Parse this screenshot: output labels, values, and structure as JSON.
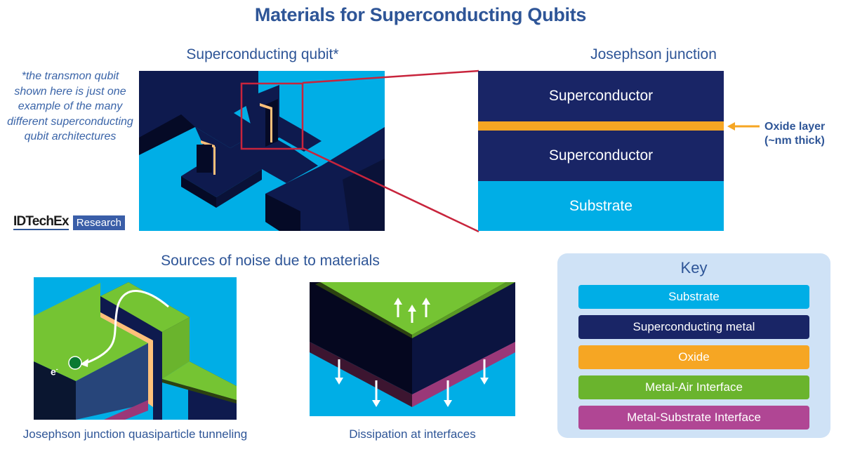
{
  "title": "Materials for Superconducting Qubits",
  "qubit_section": {
    "heading": "Superconducting qubit*",
    "footnote": "*the transmon qubit shown here is just one example of the many different superconducting qubit architectures"
  },
  "logo": {
    "brand": "IDTechEx",
    "tag": "Research"
  },
  "junction_section": {
    "heading": "Josephson junction",
    "layers": [
      {
        "label": "Superconductor",
        "color": "#192566"
      },
      {
        "label": "",
        "color": "#f6a623",
        "type": "oxide"
      },
      {
        "label": "Superconductor",
        "color": "#192566"
      },
      {
        "label": "Substrate",
        "color": "#00aee6"
      }
    ],
    "oxide_annotation": {
      "line1": "Oxide layer",
      "line2": "(~nm thick)",
      "arrow_color": "#f6a623"
    },
    "zoom_outline_color": "#c8243c"
  },
  "noise_section": {
    "heading": "Sources of noise due to materials",
    "panels": [
      {
        "caption": "Josephson junction quasiparticle tunneling",
        "particle_label": "e",
        "particle_charge": "-"
      },
      {
        "caption": "Dissipation at interfaces"
      }
    ]
  },
  "key": {
    "title": "Key",
    "items": [
      {
        "label": "Substrate",
        "color": "#00aee6"
      },
      {
        "label": "Superconducting metal",
        "color": "#192566"
      },
      {
        "label": "Oxide",
        "color": "#f6a623"
      },
      {
        "label": "Metal-Air Interface",
        "color": "#6ab42d"
      },
      {
        "label": "Metal-Substrate Interface",
        "color": "#b04694"
      }
    ]
  },
  "colors": {
    "heading": "#2e5597",
    "substrate": "#00aee6",
    "metal": "#0e1a4e",
    "metal_dark": "#050a26",
    "oxide_light": "#ffc07a",
    "air_interface": "#75c433",
    "substrate_interface": "#9a3878"
  }
}
